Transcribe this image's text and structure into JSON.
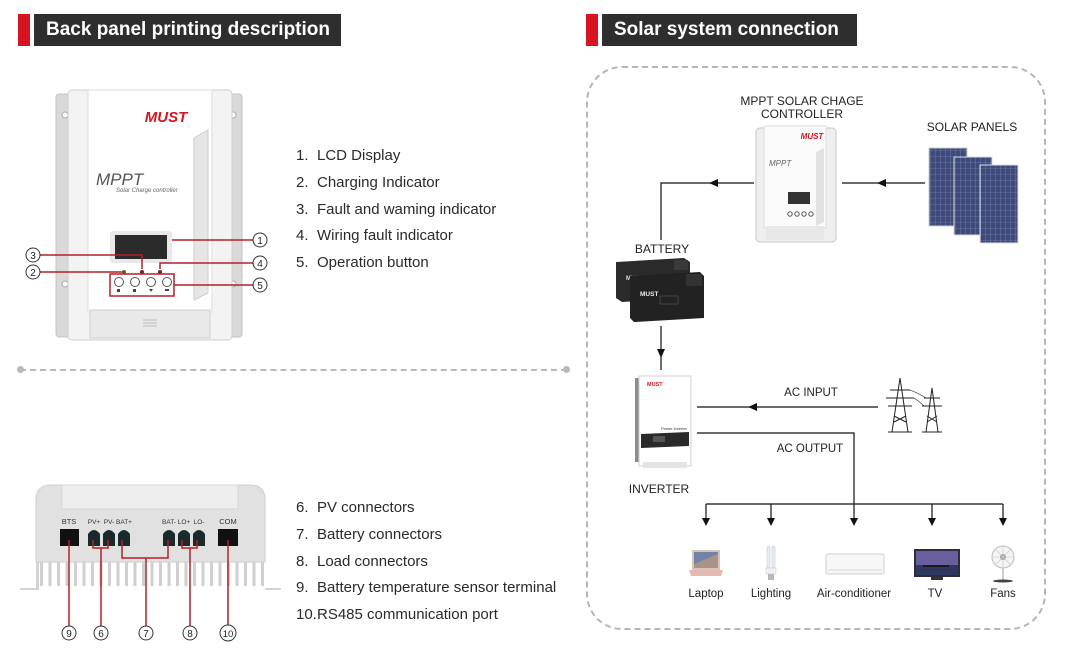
{
  "left_section": {
    "title": "Back panel printing description",
    "front_panel": {
      "brand": "MUST",
      "model_text": "MPPT",
      "subtitle_text": "Solar Charge controller",
      "callouts": [
        "1",
        "2",
        "3",
        "4",
        "5"
      ]
    },
    "front_items": [
      {
        "num": "1.",
        "label": "LCD Display"
      },
      {
        "num": "2.",
        "label": "Charging Indicator"
      },
      {
        "num": "3.",
        "label": "Fault and waming indicator"
      },
      {
        "num": "4.",
        "label": "Wiring fault indicator"
      },
      {
        "num": "5.",
        "label": "Operation button"
      }
    ],
    "bottom_panel": {
      "port_labels": [
        "BTS",
        "PV+",
        "PV-",
        "BAT+",
        "BAT-",
        "LO+",
        "LO-",
        "COM"
      ],
      "callouts": [
        "9",
        "6",
        "7",
        "8",
        "10"
      ]
    },
    "bottom_items": [
      {
        "num": "6.",
        "label": "PV connectors"
      },
      {
        "num": "7.",
        "label": "Battery connectors"
      },
      {
        "num": "8.",
        "label": "Load connectors"
      },
      {
        "num": "9.",
        "label": "Battery temperature sensor terminal"
      },
      {
        "num": "10.",
        "label": "RS485 communication port"
      }
    ]
  },
  "right_section": {
    "title": "Solar system connection",
    "nodes": {
      "controller_line1": "MPPT SOLAR CHAGE",
      "controller_line2": "CONTROLLER",
      "controller_brand": "MUST",
      "solar_panels": "SOLAR PANELS",
      "battery": "BATTERY",
      "battery_brand": "MUST",
      "inverter": "INVERTER",
      "inverter_brand": "MUST",
      "inverter_text": "Power Inverter",
      "ac_input": "AC INPUT",
      "ac_output": "AC OUTPUT"
    },
    "loads": [
      {
        "label": "Laptop",
        "icon": "laptop-icon"
      },
      {
        "label": "Lighting",
        "icon": "bulb-icon"
      },
      {
        "label": "Air-conditioner",
        "icon": "air-conditioner-icon"
      },
      {
        "label": "TV",
        "icon": "tv-icon"
      },
      {
        "label": "Fans",
        "icon": "fan-icon"
      }
    ]
  },
  "colors": {
    "accent_red": "#d7141f",
    "header_dark": "#2e2e2e",
    "callout_red": "#b5202b"
  }
}
